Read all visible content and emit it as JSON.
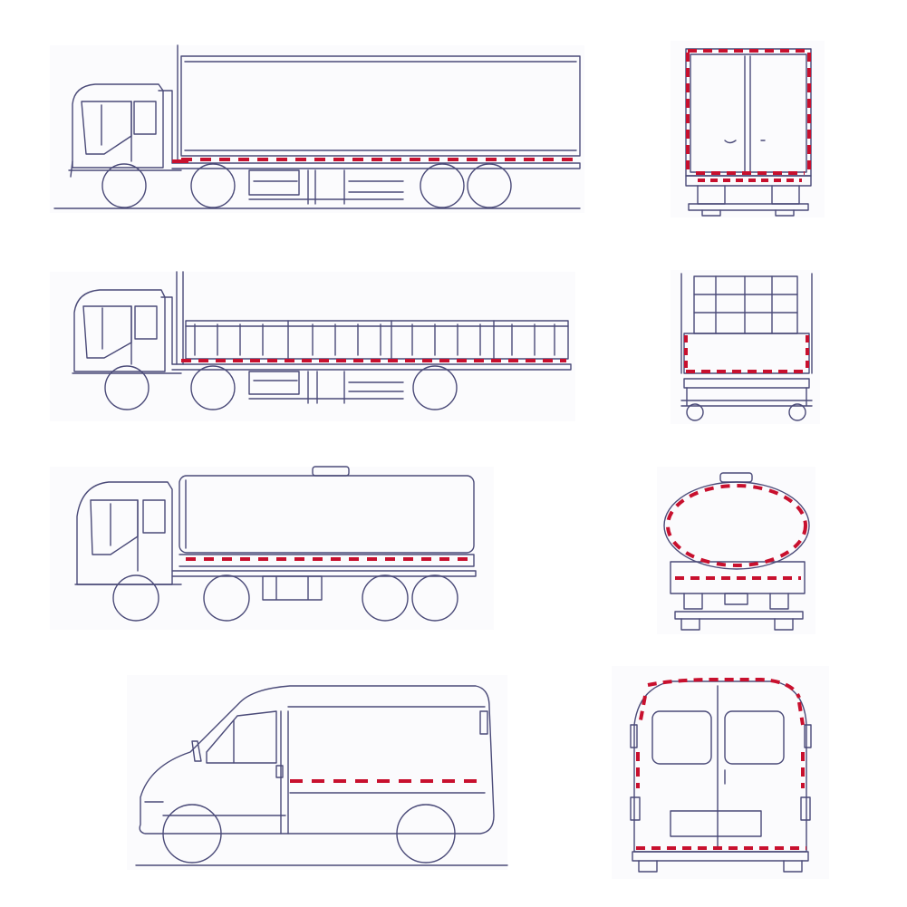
{
  "colors": {
    "background": "#ffffff",
    "outline": "#4a4a78",
    "reflective_red": "#c8102e",
    "reflective_white": "#e8e8ee",
    "panel_bg": "#fbfbfd"
  },
  "figure": {
    "rows": [
      {
        "vehicle": "box-truck",
        "views": [
          "side",
          "rear"
        ]
      },
      {
        "vehicle": "flatbed-truck",
        "views": [
          "side",
          "rear"
        ]
      },
      {
        "vehicle": "tanker-truck",
        "views": [
          "side",
          "rear"
        ]
      },
      {
        "vehicle": "van",
        "views": [
          "side",
          "rear"
        ]
      }
    ]
  }
}
